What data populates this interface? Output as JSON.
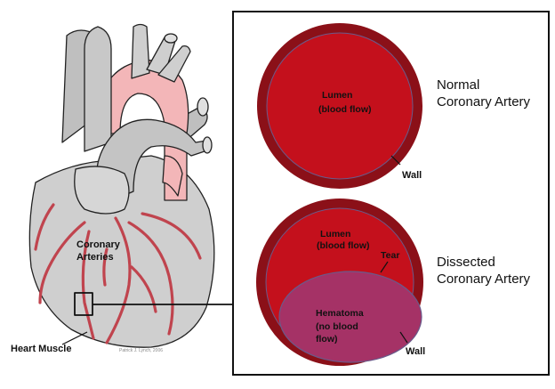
{
  "heart": {
    "arteries_label_1": "Coronary",
    "arteries_label_2": "Arteries",
    "muscle_label": "Heart Muscle",
    "credit": "Patrick J. Lynch, 2006"
  },
  "normal": {
    "title_1": "Normal",
    "title_2": "Coronary Artery",
    "lumen_1": "Lumen",
    "lumen_2": "(blood flow)",
    "wall": "Wall"
  },
  "dissected": {
    "title_1": "Dissected",
    "title_2": "Coronary Artery",
    "lumen_1": "Lumen",
    "lumen_2": "(blood flow)",
    "tear": "Tear",
    "hematoma_1": "Hematoma",
    "hematoma_2": "(no blood",
    "hematoma_3": "flow)",
    "wall": "Wall"
  },
  "colors": {
    "vessel_wall": "#8b1018",
    "lumen": "#c4101c",
    "hematoma": "#a53266",
    "heart_gray": "#cccccc",
    "aorta_pink": "#f3b6b8",
    "artery_red": "#c0444e"
  }
}
